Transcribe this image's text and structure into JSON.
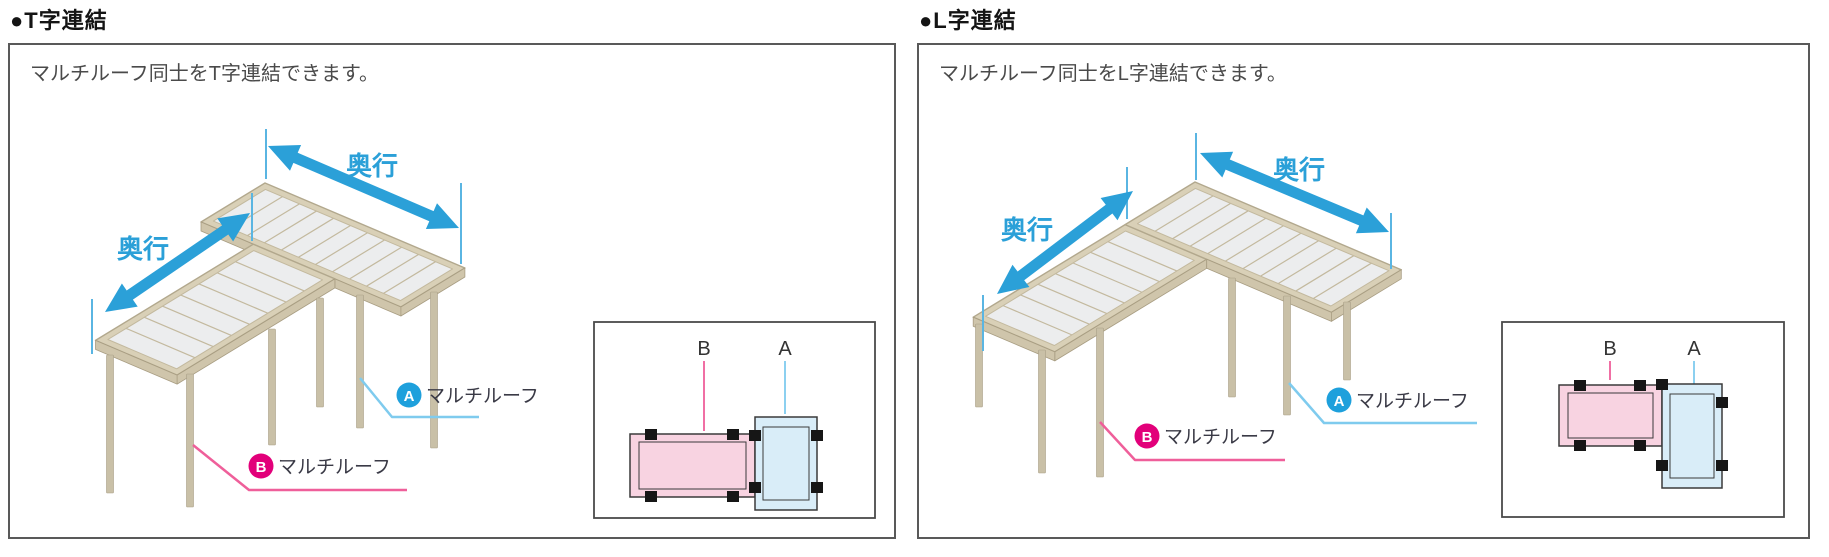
{
  "panels": [
    {
      "id": "t",
      "title": "●T字連結",
      "description": "マルチルーフ同士をT字連結できます。",
      "depth_label_a": "奥行",
      "depth_label_b": "奥行",
      "roof_a": {
        "badge": "A",
        "label": "マルチルーフ"
      },
      "roof_b": {
        "badge": "B",
        "label": "マルチルーフ"
      },
      "inset": {
        "label_a": "A",
        "label_b": "B"
      }
    },
    {
      "id": "l",
      "title": "●L字連結",
      "description": "マルチルーフ同士をL字連結できます。",
      "depth_label_a": "奥行",
      "depth_label_b": "奥行",
      "roof_a": {
        "badge": "A",
        "label": "マルチルーフ"
      },
      "roof_b": {
        "badge": "B",
        "label": "マルチルーフ"
      },
      "inset": {
        "label_a": "A",
        "label_b": "B"
      }
    }
  ],
  "colors": {
    "arrow": "#2ba0d8",
    "tick": "#5ab5e2",
    "badge_a": "#1ea0dc",
    "badge_b": "#e2007a",
    "leader_a": "#7fcbee",
    "leader_b": "#ef5f9a",
    "roof_frame": "#d9d0b7",
    "roof_edge": "#b2a88d",
    "roof_panel": "#ecedee",
    "roof_rib": "#c3b99e",
    "fascia": "#cfc5ab",
    "fascia_edge": "#a89d82",
    "post": "#c9c0a7",
    "post_edge": "#a99f86",
    "inset_pink": "#f8d3e1",
    "inset_blue": "#d9edf8",
    "inset_line": "#3a3a3a",
    "inset_black": "#161616",
    "inset_border": "#4a4a4a"
  }
}
